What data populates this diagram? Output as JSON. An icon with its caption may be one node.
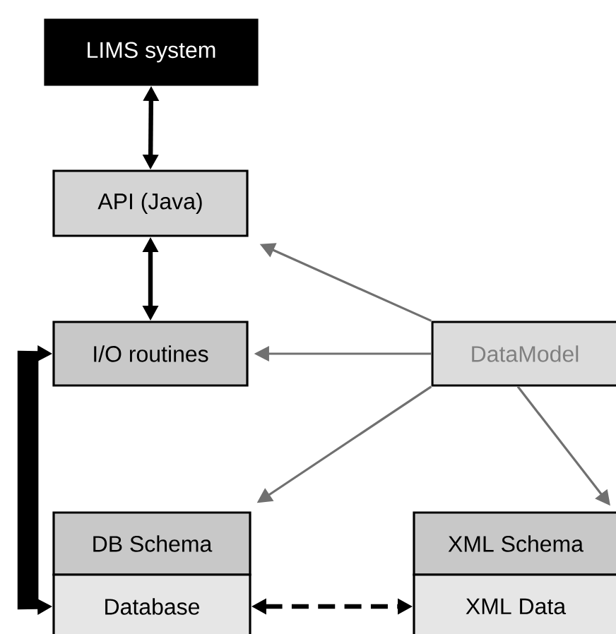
{
  "diagram": {
    "nodes": [
      {
        "text": [
          "LIMS system"
        ]
      },
      {
        "text": [
          "API (Java)"
        ]
      },
      {
        "text": [
          "I/O routines"
        ]
      },
      {
        "text": [
          "DataModel"
        ]
      },
      {
        "text": [
          "DB Schema"
        ]
      },
      {
        "text": [
          "Database"
        ]
      },
      {
        "text": [
          "XML Schema"
        ]
      },
      {
        "text": [
          "XML Data"
        ]
      }
    ],
    "edges": [
      {
        "from": 0,
        "to": 1,
        "arrow": "both",
        "style": "thick"
      },
      {
        "from": 1,
        "to": 2,
        "arrow": "both",
        "style": "thick"
      },
      {
        "from": 2,
        "to": 5,
        "arrow": "both",
        "style": "thick"
      },
      {
        "from": 5,
        "to": 7,
        "arrow": "both",
        "style": "dashed"
      },
      {
        "from": 3,
        "to": 1,
        "arrow": "to",
        "color": "#707070"
      },
      {
        "from": 3,
        "to": 2,
        "arrow": "to",
        "color": "#707070"
      },
      {
        "from": 3,
        "to": 4,
        "arrow": "to",
        "color": "#707070"
      },
      {
        "from": 3,
        "to": 6,
        "arrow": "to",
        "color": "#707070"
      }
    ]
  }
}
